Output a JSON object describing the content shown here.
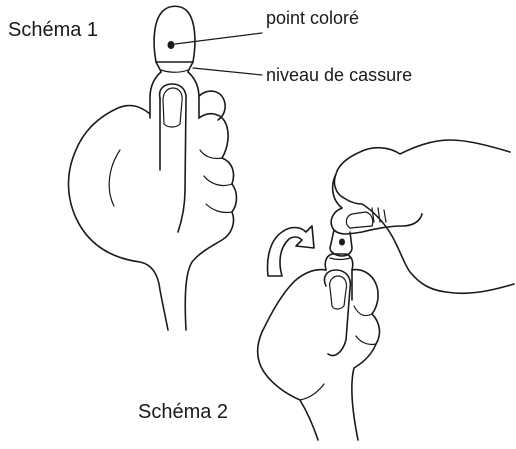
{
  "diagram": {
    "schema1": {
      "title": "Schéma 1",
      "callouts": {
        "colored_point": "point coloré",
        "break_level": "niveau de cassure"
      }
    },
    "schema2": {
      "title": "Schéma 2"
    },
    "ink_color": "#1a1a1a",
    "background_color": "#ffffff"
  }
}
